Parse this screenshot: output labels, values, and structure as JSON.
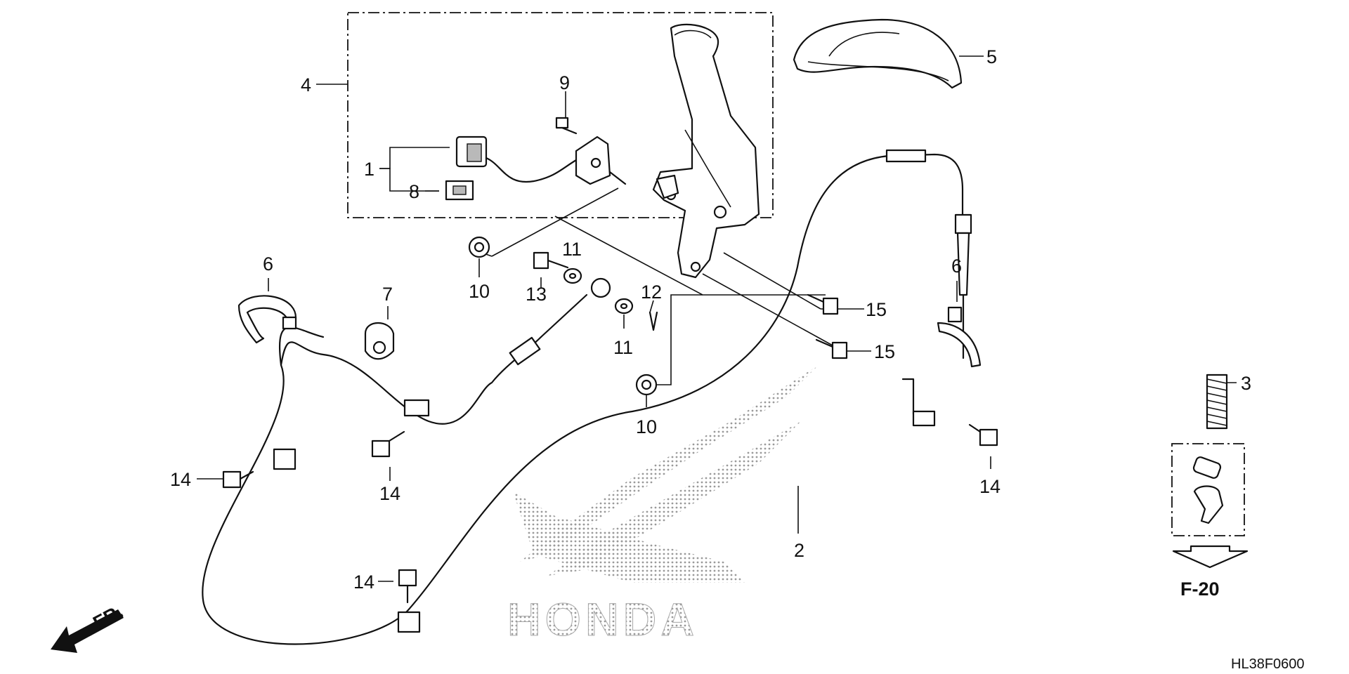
{
  "diagram": {
    "callouts": {
      "c1": "1",
      "c2": "2",
      "c3": "3",
      "c4": "4",
      "c5": "5",
      "c6a": "6",
      "c6b": "6",
      "c7": "7",
      "c8": "8",
      "c9": "9",
      "c10a": "10",
      "c10b": "10",
      "c11a": "11",
      "c11b": "11",
      "c12": "12",
      "c13": "13",
      "c14a": "14",
      "c14b": "14",
      "c14c": "14",
      "c14d": "14",
      "c15a": "15",
      "c15b": "15"
    },
    "reference": "F-20",
    "direction": "FR.",
    "code": "HL38F0600",
    "watermark": "HONDA"
  }
}
